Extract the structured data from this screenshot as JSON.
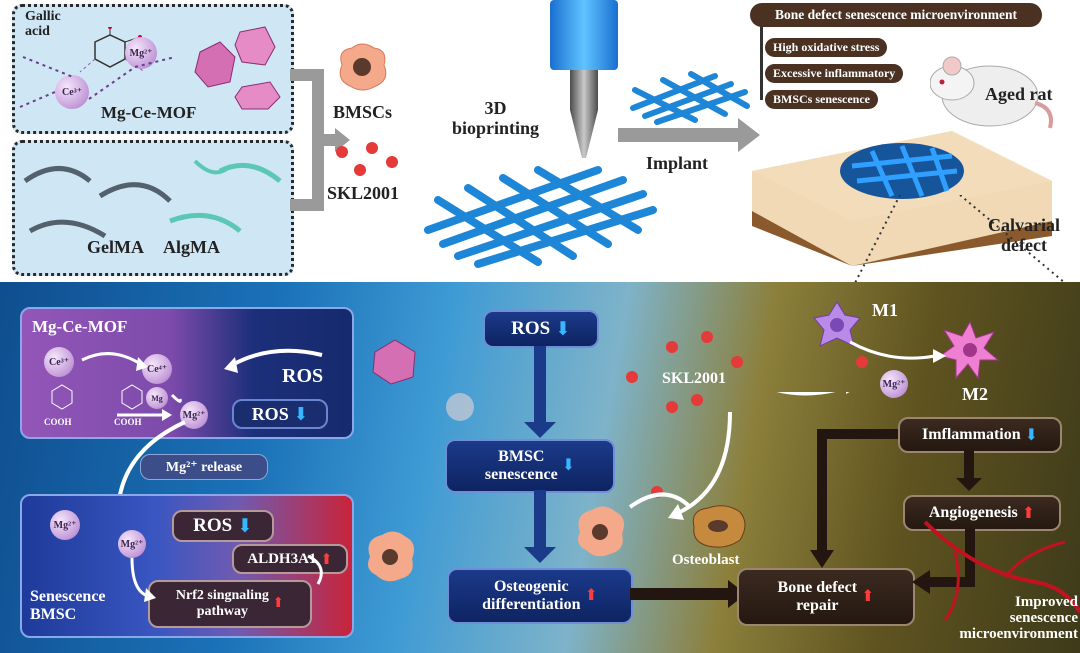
{
  "top": {
    "gallic_acid": "Gallic\nacid",
    "mg2": "Mg²⁺",
    "ce3": "Ce³⁺",
    "mof_label": "Mg-Ce-MOF",
    "gelma": "GelMA",
    "algma": "AlgMA",
    "bmscs": "BMSCs",
    "skl2001": "SKL2001",
    "bioprinting": "3D\nbioprinting",
    "implant": "Implant",
    "micro_title": "Bone defect senescence microenvironment",
    "micro_items": [
      "High oxidative stress",
      "Excessive inflammatory",
      "BMSCs senescence"
    ],
    "aged_rat": "Aged rat",
    "calvarial": "Calvarial\ndefect"
  },
  "bottom": {
    "mof_title": "Mg-Ce-MOF",
    "ce3": "Ce³⁺",
    "ce4": "Ce⁴⁺",
    "mg": "Mg",
    "mg2": "Mg²⁺",
    "ros": "ROS",
    "ros_down": "ROS",
    "cooh1": "COOH",
    "cooh2": "COOH",
    "mg_release": "Mg²⁺ release",
    "senescence_bmsc": "Senescence\nBMSC",
    "ros_cell": "ROS",
    "aldh": "ALDH3A1",
    "nrf2": "Nrf2 singnaling\npathway",
    "flow_ros": "ROS",
    "flow_bmsc": "BMSC\nsenescence",
    "flow_osteo": "Osteogenic\ndifferentiation",
    "skl2001": "SKL2001",
    "osteoblast": "Osteoblast",
    "m1": "M1",
    "m2": "M2",
    "inflammation": "Imflammation",
    "angiogenesis": "Angiogenesis",
    "repair": "Bone defect\nrepair",
    "improved": "Improved\nsenescence\nmicroenvironment"
  },
  "arrows": {
    "up": "⬆",
    "down": "⬇"
  },
  "colors": {
    "accent_red": "#ff3b3b",
    "accent_blue": "#36b7ff",
    "scaffold_blue": "#1e86d6"
  }
}
